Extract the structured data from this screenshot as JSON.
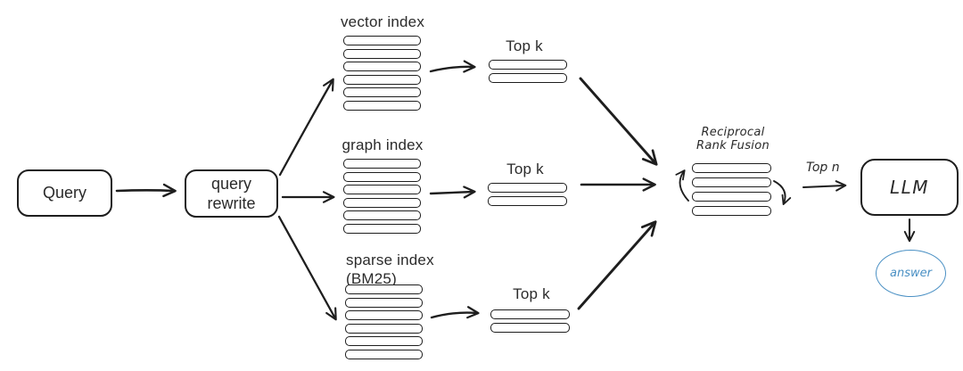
{
  "flow": {
    "query": {
      "label": "Query"
    },
    "query_rewrite": {
      "label": "query rewrite"
    },
    "indexes": [
      {
        "label": "vector index",
        "sublabel": "",
        "bars": 6,
        "topk": {
          "label": "Top k",
          "bars": 2
        }
      },
      {
        "label": "graph index",
        "sublabel": "",
        "bars": 6,
        "topk": {
          "label": "Top k",
          "bars": 2
        }
      },
      {
        "label": "sparse index",
        "sublabel": "(BM25)",
        "bars": 6,
        "topk": {
          "label": "Top k",
          "bars": 2
        }
      }
    ],
    "fusion": {
      "line1": "Reciprocal",
      "line2": "Rank Fusion",
      "bars": 4
    },
    "top_n": {
      "label": "Top n"
    },
    "llm": {
      "label": "LLM"
    },
    "answer": {
      "label": "answer"
    }
  },
  "colors": {
    "stroke": "#1e1e1e",
    "answer_blue": "#4a90c4",
    "background": "#ffffff"
  }
}
